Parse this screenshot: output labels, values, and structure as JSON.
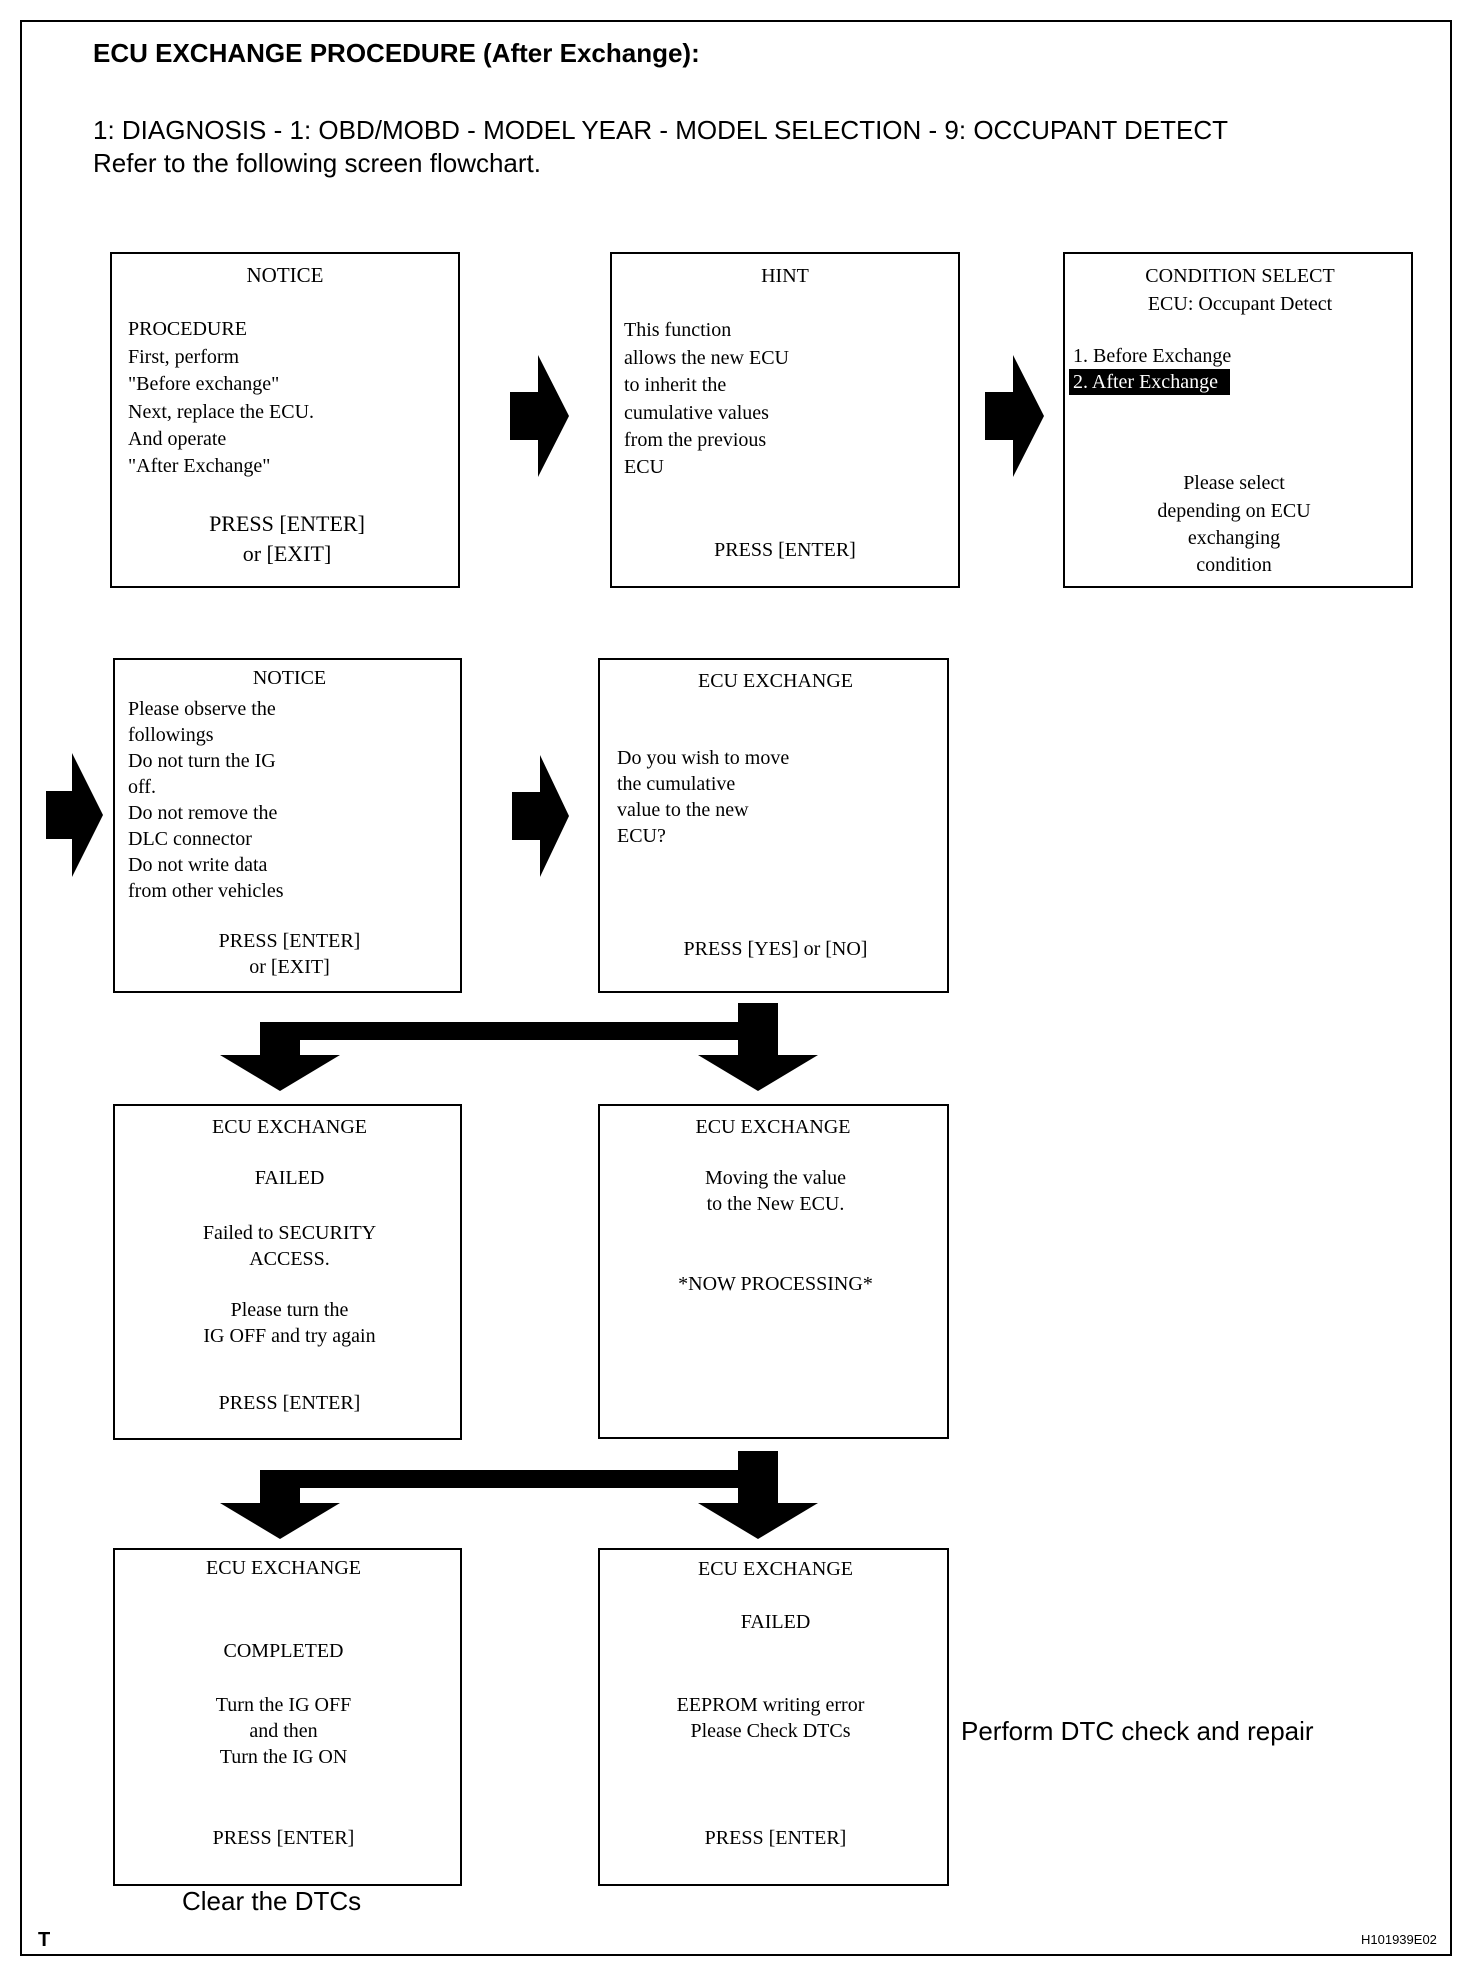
{
  "header": {
    "title": "ECU EXCHANGE PROCEDURE (After Exchange):",
    "path": "1: DIAGNOSIS - 1: OBD/MOBD - MODEL YEAR - MODEL SELECTION - 9: OCCUPANT DETECT",
    "refer": "Refer to the following screen flowchart."
  },
  "screens": {
    "notice1": {
      "title": "NOTICE",
      "lines": [
        "PROCEDURE",
        "First, perform",
        "\"Before exchange\"",
        "Next, replace the ECU.",
        "And operate",
        "\"After Exchange\""
      ],
      "press1": "PRESS [ENTER]",
      "press2": "or [EXIT]"
    },
    "hint": {
      "title": "HINT",
      "lines": [
        "This function",
        "allows the new ECU",
        "to inherit the",
        "cumulative values",
        "from the previous",
        "ECU"
      ],
      "press": "PRESS [ENTER]"
    },
    "condition": {
      "title": "CONDITION SELECT",
      "subtitle": "ECU: Occupant Detect",
      "option1": "1.   Before Exchange",
      "option2": "2.   After Exchange",
      "note": [
        "Please select",
        "depending on ECU",
        "exchanging",
        "condition"
      ]
    },
    "notice2": {
      "title": "NOTICE",
      "lines": [
        "Please observe the",
        "followings",
        "Do not turn the IG",
        "off.",
        "Do not remove the",
        "DLC connector",
        "Do not write data",
        "from other vehicles"
      ],
      "press1": "PRESS [ENTER]",
      "press2": "or [EXIT]"
    },
    "confirm": {
      "title": "ECU EXCHANGE",
      "lines": [
        "Do you wish to move",
        "the cumulative",
        "value to the new",
        "ECU?"
      ],
      "press": "PRESS [YES] or [NO]"
    },
    "failed_security": {
      "title": "ECU EXCHANGE",
      "status": "FAILED",
      "lines": [
        "Failed to SECURITY",
        "ACCESS."
      ],
      "lines2": [
        "Please turn the",
        "IG OFF and try again"
      ],
      "press": "PRESS [ENTER]"
    },
    "processing": {
      "title": "ECU EXCHANGE",
      "lines": [
        "Moving the value",
        "to the New ECU."
      ],
      "status": "*NOW PROCESSING*"
    },
    "completed": {
      "title": "ECU EXCHANGE",
      "status": "COMPLETED",
      "lines": [
        "Turn the IG OFF",
        "and then",
        "Turn the IG ON"
      ],
      "press": "PRESS [ENTER]"
    },
    "failed_eeprom": {
      "title": "ECU EXCHANGE",
      "status": "FAILED",
      "lines": [
        "EEPROM writing error",
        "Please Check DTCs"
      ],
      "press": "PRESS [ENTER]"
    }
  },
  "captions": {
    "perform_dtc": "Perform DTC check and repair",
    "clear_dtcs": "Clear the DTCs"
  },
  "footer": {
    "corner_mark": "T",
    "figure_id": "H101939E02"
  }
}
